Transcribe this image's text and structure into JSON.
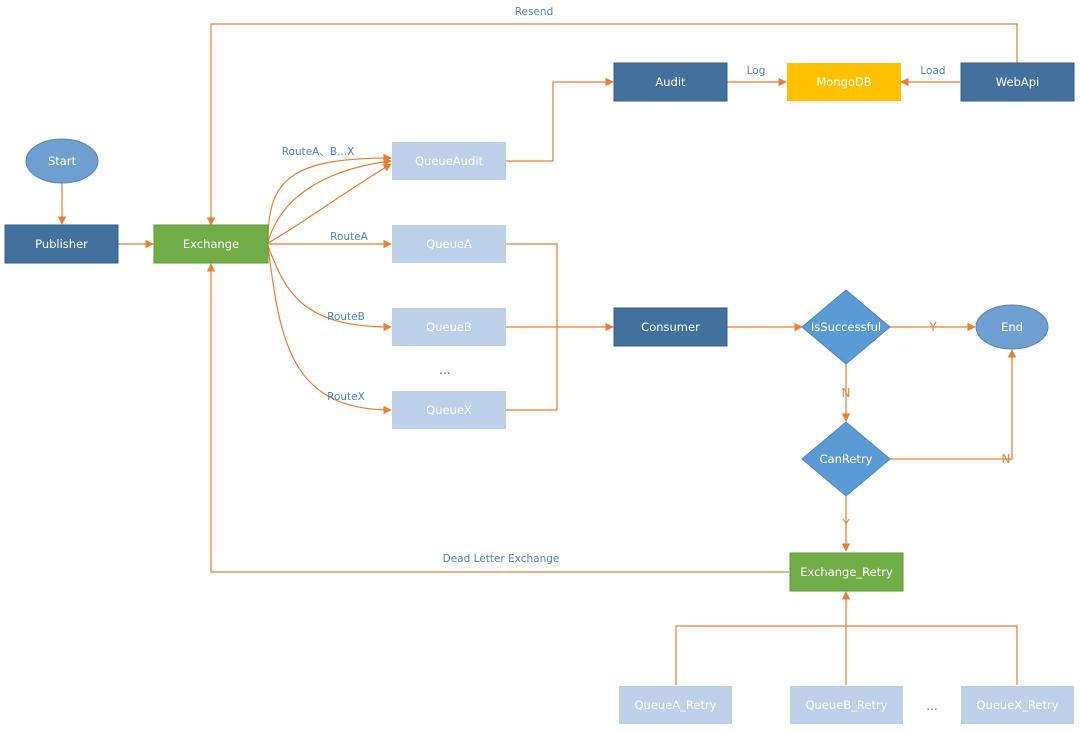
{
  "colors": {
    "dark_blue": "#41719c",
    "mid_blue": "#5b9bd5",
    "light_blue": "#bdd0ea",
    "light_blue_text": "#ffffff",
    "green": "#70ad47",
    "gold": "#ffc000",
    "arrow": "#ed7d31",
    "label": "#4a86c5"
  },
  "nodes": {
    "start": "Start",
    "publisher": "Publisher",
    "exchange": "Exchange",
    "queue_audit": "QueueAudit",
    "queue_a": "QueueA",
    "queue_b": "QueueB",
    "queue_ellipsis": "...",
    "queue_x": "QueueX",
    "audit": "Audit",
    "mongodb": "MongoDB",
    "webapi": "WebApi",
    "consumer": "Consumer",
    "is_successful": "IsSuccessful",
    "end": "End",
    "can_retry": "CanRetry",
    "exchange_retry": "Exchange_Retry",
    "queue_a_retry": "QueueA_Retry",
    "queue_b_retry": "QueueB_Retry",
    "retry_ellipsis": "...",
    "queue_x_retry": "QueueX_Retry"
  },
  "edge_labels": {
    "resend": "Resend",
    "route_all": "RouteA、B...X",
    "route_a": "RouteA",
    "route_b": "RouteB",
    "route_x": "RouteX",
    "log": "Log",
    "load": "Load",
    "dead_letter": "Dead Letter Exchange",
    "success_yes": "Y",
    "success_no": "N",
    "retry_no": "N",
    "retry_yes": "Y"
  }
}
